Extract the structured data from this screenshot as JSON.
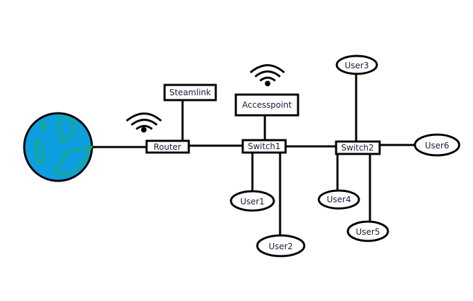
{
  "nodes": {
    "router": "Router",
    "steamlink": "Steamlink",
    "switch1": "Switch1",
    "accesspoint": "Accesspoint",
    "switch2": "Switch2",
    "user1": "User1",
    "user2": "User2",
    "user3": "User3",
    "user4": "User4",
    "user5": "User5",
    "user6": "User6"
  },
  "icons": {
    "globe": "internet-globe-icon",
    "wifi": "wifi-icon"
  },
  "colors": {
    "ocean": "#0d9fe0",
    "land": "#22b14c",
    "line": "#000000"
  }
}
